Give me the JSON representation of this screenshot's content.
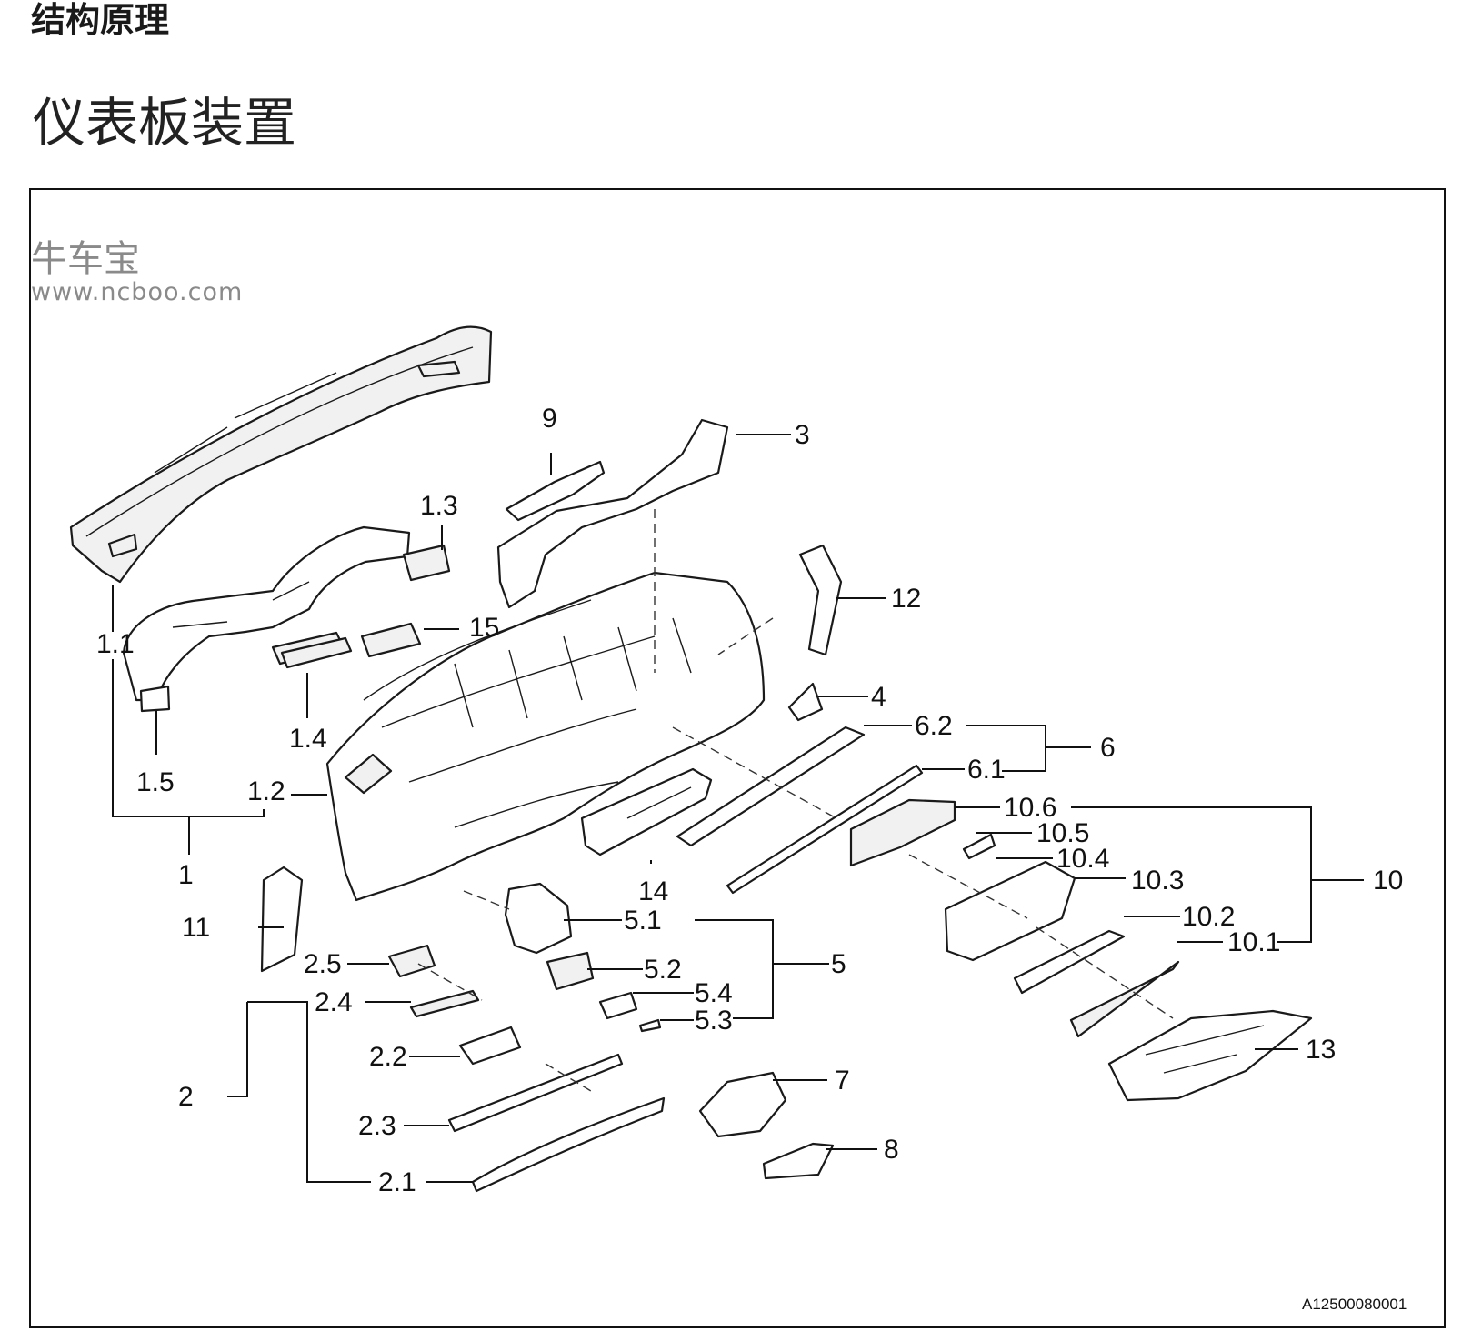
{
  "header": {
    "section_title": "结构原理",
    "page_title": "仪表板装置"
  },
  "watermark": {
    "name": "牛车宝",
    "url": "www.ncboo.com"
  },
  "diagram": {
    "figure_code": "A12500080001",
    "callouts": {
      "c1": "1",
      "c1_1": "1.1",
      "c1_2": "1.2",
      "c1_3": "1.3",
      "c1_4": "1.4",
      "c1_5": "1.5",
      "c2": "2",
      "c2_1": "2.1",
      "c2_2": "2.2",
      "c2_3": "2.3",
      "c2_4": "2.4",
      "c2_5": "2.5",
      "c3": "3",
      "c4": "4",
      "c5": "5",
      "c5_1": "5.1",
      "c5_2": "5.2",
      "c5_3": "5.3",
      "c5_4": "5.4",
      "c6": "6",
      "c6_1": "6.1",
      "c6_2": "6.2",
      "c7": "7",
      "c8": "8",
      "c9": "9",
      "c10": "10",
      "c10_1": "10.1",
      "c10_2": "10.2",
      "c10_3": "10.3",
      "c10_4": "10.4",
      "c10_5": "10.5",
      "c10_6": "10.6",
      "c11": "11",
      "c12": "12",
      "c13": "13",
      "c14": "14",
      "c15": "15"
    }
  }
}
